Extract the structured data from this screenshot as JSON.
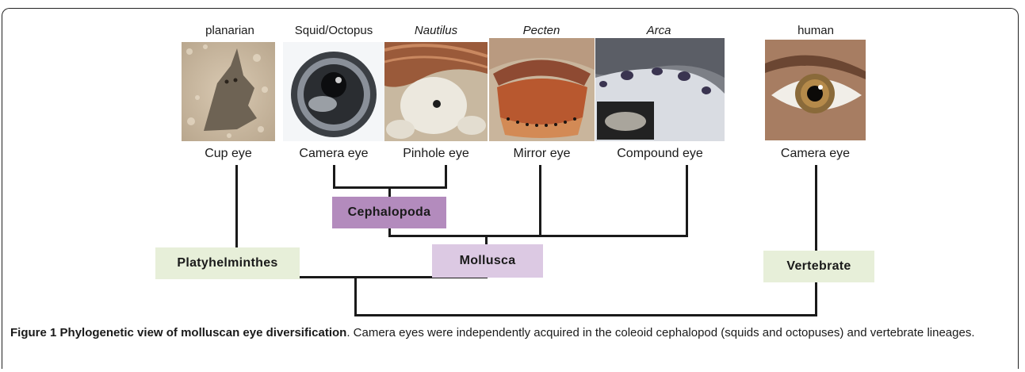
{
  "organisms": [
    {
      "name": "planarian",
      "eye": "Cup eye",
      "italic": false
    },
    {
      "name": "Squid/Octopus",
      "eye": "Camera eye",
      "italic": false
    },
    {
      "name": "Nautilus",
      "eye": "Pinhole eye",
      "italic": true
    },
    {
      "name": "Pecten",
      "eye": "Mirror eye",
      "italic": true
    },
    {
      "name": "Arca",
      "eye": "Compound eye",
      "italic": true
    },
    {
      "name": "human",
      "eye": "Camera eye",
      "italic": false
    }
  ],
  "taxa": {
    "cephalopoda": "Cephalopoda",
    "mollusca": "Mollusca",
    "platyhelminthes": "Platyhelminthes",
    "vertebrate": "Vertebrate"
  },
  "colors": {
    "cephalopoda": "#b38bbd",
    "mollusca": "#dcc9e3",
    "platyhelminthes": "#e7efd9",
    "vertebrate": "#e7efd9"
  },
  "caption": {
    "label": "Figure 1",
    "title": "Phylogenetic view of molluscan eye diversification",
    "text": ". Camera eyes were independently acquired in the coleoid cephalopod (squids and octopuses) and vertebrate lineages."
  }
}
